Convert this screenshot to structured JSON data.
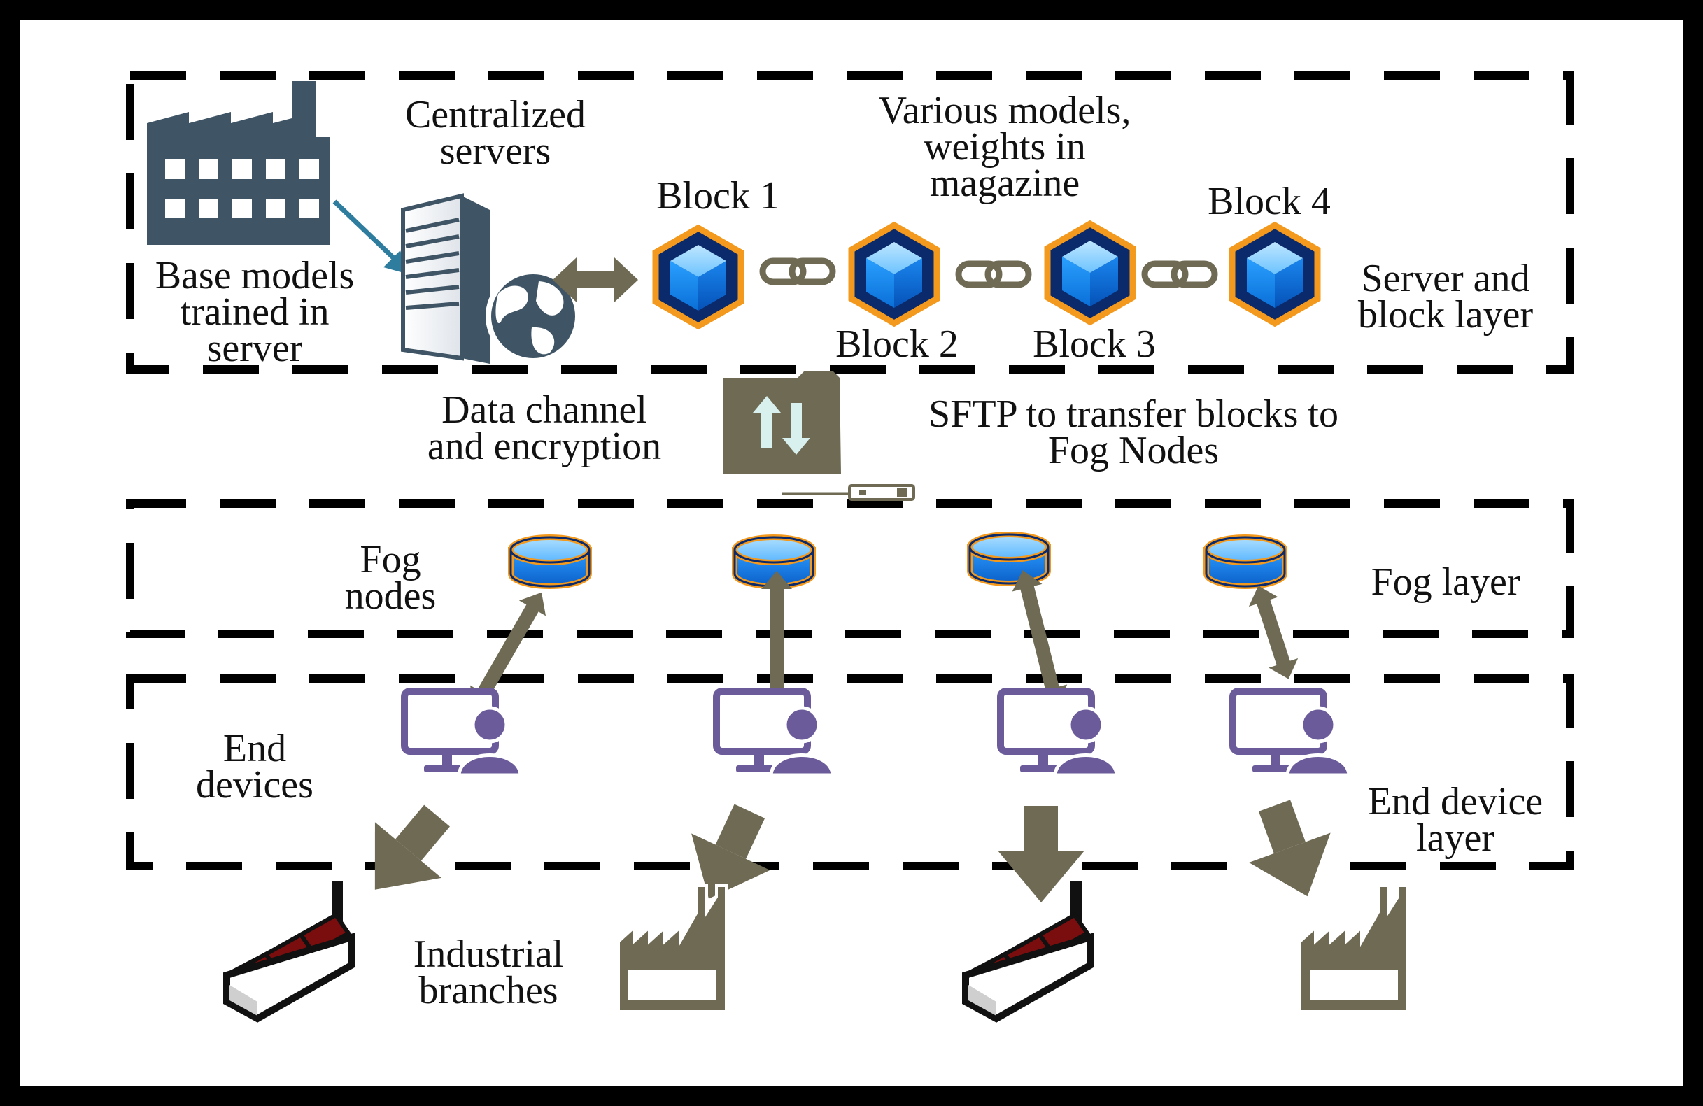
{
  "labels": {
    "base_models": [
      "Base models",
      "trained in",
      "server"
    ],
    "centralized_servers": [
      "Centralized",
      "servers"
    ],
    "various_models": [
      "Various models,",
      "weights in",
      "magazine"
    ],
    "block1": "Block 1",
    "block2": "Block 2",
    "block3": "Block 3",
    "block4": "Block 4",
    "server_block_layer": [
      "Server and",
      "block layer"
    ],
    "data_channel": [
      "Data channel",
      "and encryption"
    ],
    "sftp": [
      "SFTP to transfer blocks to",
      "Fog Nodes"
    ],
    "fog_nodes": [
      "Fog",
      "nodes"
    ],
    "fog_layer": "Fog layer",
    "end_devices": [
      "End",
      "devices"
    ],
    "end_device_layer": [
      "End device",
      "layer"
    ],
    "industrial_branches": [
      "Industrial",
      "branches"
    ]
  },
  "colors": {
    "dark_border": "#000000",
    "factory_slate": "#3f5566",
    "block_blue": "#1e8ff0",
    "block_orange": "#f39a1e",
    "arrow_khaki": "#6f6a54",
    "device_purple": "#6b5b9a",
    "roof_red": "#7a0d0d"
  },
  "icons": [
    "factory-icon",
    "server-icon",
    "globe-icon",
    "cube-icon",
    "chain-link-icon",
    "folder-transfer-icon",
    "database-icon",
    "monitor-user-icon",
    "factory-red-roof-icon",
    "factory-outline-icon"
  ]
}
